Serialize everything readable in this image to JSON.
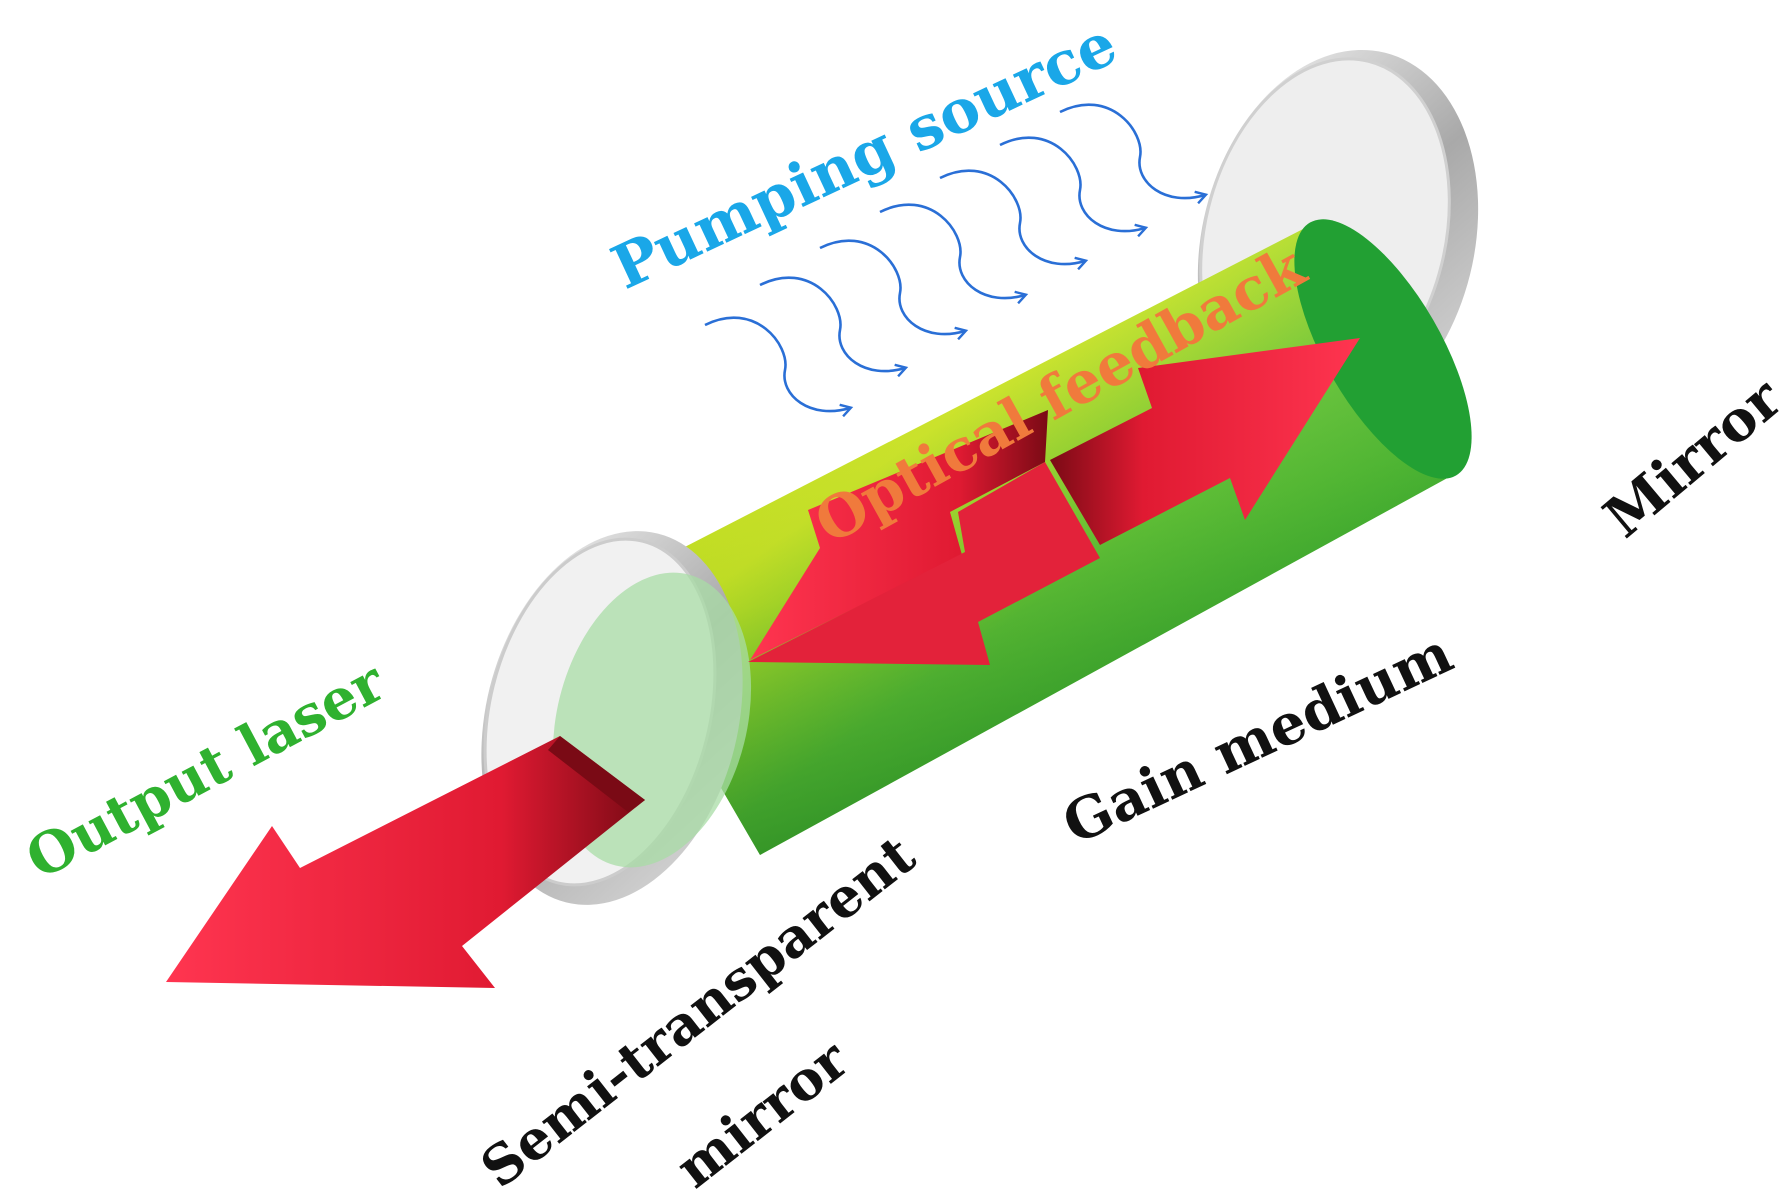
{
  "labels": {
    "pumping_source": "Pumping source",
    "optical_feedback": "Optical feedback",
    "mirror": "Mirror",
    "gain_medium": "Gain medium",
    "output_laser": "Output laser",
    "semi_transparent_line1": "Semi-transparent",
    "semi_transparent_line2": "mirror"
  },
  "colors": {
    "pumping_text": "#1aa7e8",
    "pump_arrows": "#2a6fd6",
    "feedback_text": "#f07a3c",
    "output_text": "#2fb12f",
    "dark_text": "#111111",
    "laser_red": "#e8243c",
    "laser_dark": "#8a0f1c",
    "gain_green": "#33b233",
    "gain_yellow": "#d8e820",
    "mirror_rim": "#b8b8b8",
    "mirror_face": "#eeeeee"
  },
  "pump_wave_count": 7
}
